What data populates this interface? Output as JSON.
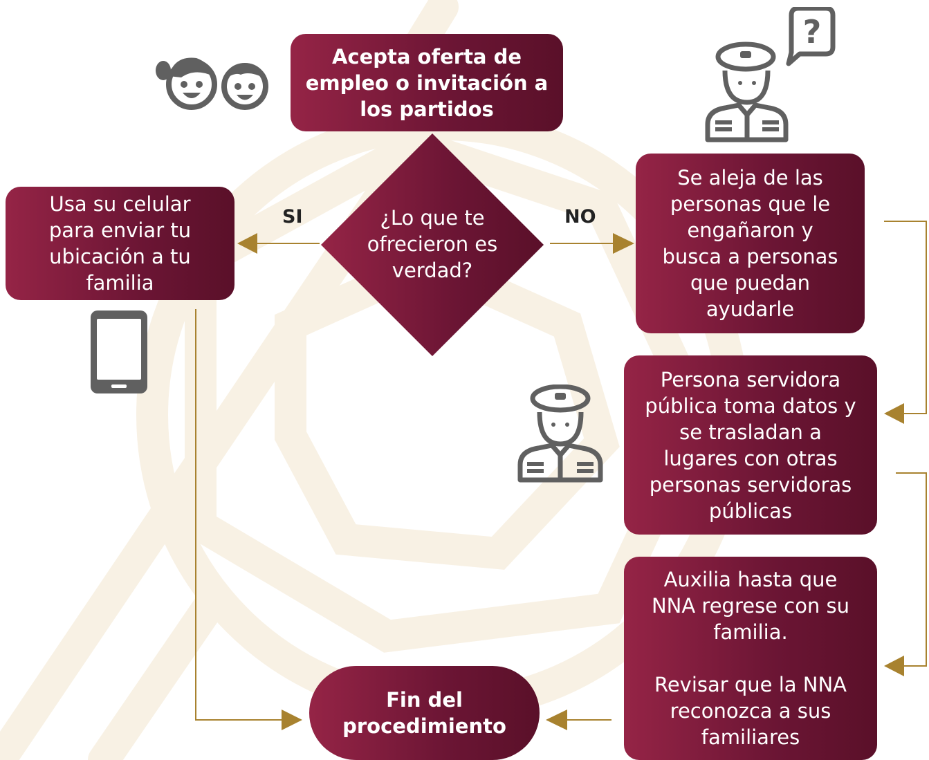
{
  "colors": {
    "box_start": "#952446",
    "box_end": "#5a1029",
    "arrow": "#a8822f",
    "icon": "#606060",
    "watermark": "#f8f1e4"
  },
  "nodes": {
    "start": "Acepta oferta de\nempleo o invitación a\nlos partidos",
    "decision": "¿Lo que te\nofrecieron es\nverdad?",
    "yes_action": "Usa su celular\npara enviar tu\nubicación a tu\nfamilia",
    "no_action": "Se aleja de las\npersonas que le\nengañaron y\nbusca a personas\nque puedan\nayudarle",
    "official_step": "Persona servidora\npública toma datos y\nse trasladan a\nlugares con otras\npersonas servidoras\npúblicas",
    "assist_step": "Auxilia hasta que\nNNA regrese con su\nfamilia.\n\nRevisar que la NNA\nreconozca a sus\nfamiliares",
    "end": "Fin del\nprocedimiento"
  },
  "edges": {
    "yes_label": "SI",
    "no_label": "NO"
  },
  "icons": [
    "children-icon",
    "officer-question-icon",
    "mobile-phone-icon",
    "officer-icon"
  ]
}
